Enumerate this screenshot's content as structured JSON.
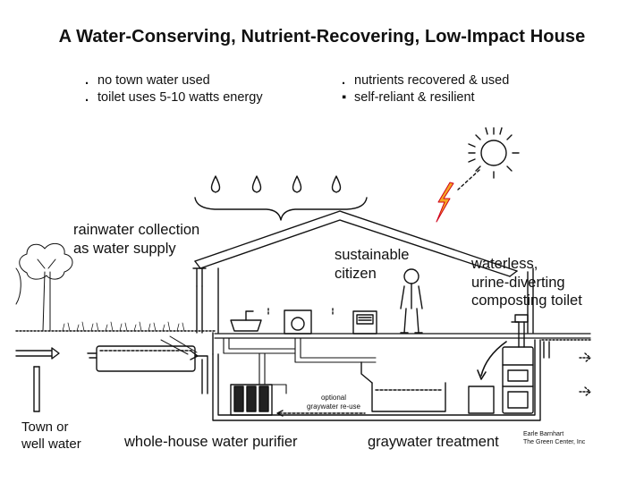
{
  "title": "A Water-Conserving, Nutrient-Recovering, Low-Impact  House",
  "bullets_left": [
    {
      "marker": ".",
      "text": "no town water used"
    },
    {
      "marker": ".",
      "text": "toilet uses 5-10 watts energy"
    }
  ],
  "bullets_right": [
    {
      "marker": ".",
      "text": "nutrients recovered & used"
    },
    {
      "marker": "▪",
      "text": "self-reliant & resilient"
    }
  ],
  "labels": {
    "rainwater_1": "rainwater collection",
    "rainwater_2": "as water supply",
    "citizen_1": "sustainable",
    "citizen_2": "citizen",
    "toilet_1": "waterless,",
    "toilet_2": "urine-diverting",
    "toilet_3": "composting toilet",
    "town_1": "Town or",
    "town_2": "well water",
    "purifier": "whole-house water purifier",
    "graywater": "graywater treatment",
    "optional_1": "optional",
    "optional_2": "graywater re-use"
  },
  "credit": {
    "line1": "Earle Barnhart",
    "line2": "The Green Center, Inc"
  },
  "icons": [
    "raindrop-icon",
    "sun-icon",
    "lightning-icon",
    "tree-icon",
    "person-icon",
    "composting-toilet-icon"
  ]
}
